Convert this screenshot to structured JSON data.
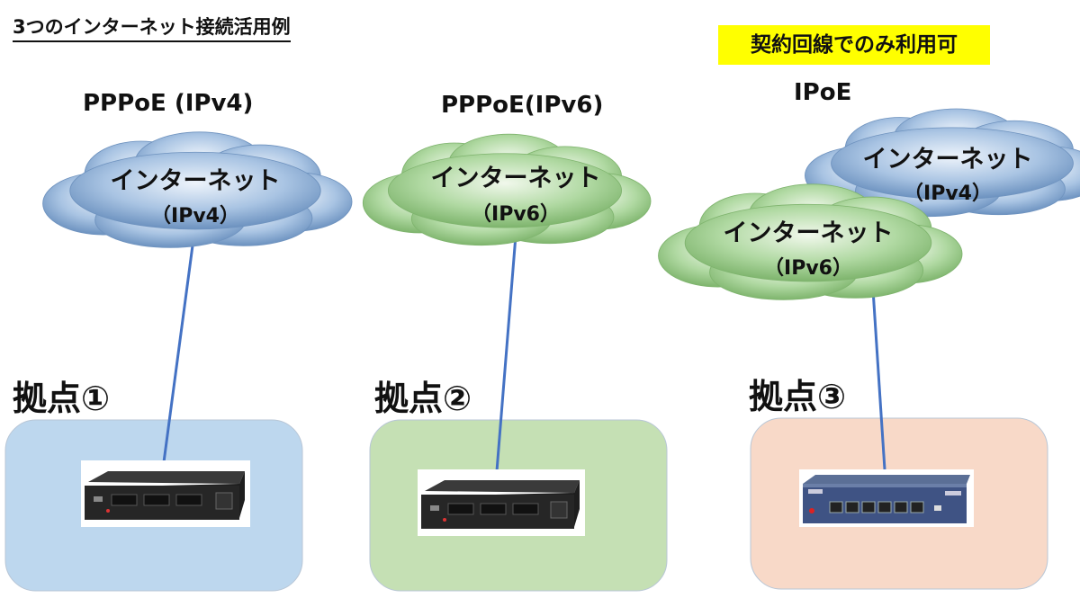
{
  "title": "3つのインターネット接続活用例",
  "note": "契約回線でのみ利用可",
  "colors": {
    "cloud_blue": "#8fb2d8",
    "cloud_green": "#9ccf8e",
    "site1_fill": "#bdd7ee",
    "site2_fill": "#c5e0b4",
    "site3_fill": "#f8d9c8",
    "link_line": "#4472c4"
  },
  "sites": [
    {
      "protocol": "PPPoE (IPv4)",
      "label": "拠点①",
      "router": "router-dark",
      "clouds": [
        {
          "line1": "インターネット",
          "line2": "（IPv4）",
          "color": "blue"
        }
      ]
    },
    {
      "protocol": "PPPoE(IPv6)",
      "label": "拠点②",
      "router": "router-dark",
      "clouds": [
        {
          "line1": "インターネット",
          "line2": "（IPv6）",
          "color": "green"
        }
      ]
    },
    {
      "protocol": "IPoE",
      "label": "拠点③",
      "router": "router-blue",
      "clouds": [
        {
          "line1": "インターネット",
          "line2": "（IPv4）",
          "color": "blue"
        },
        {
          "line1": "インターネット",
          "line2": "（IPv6）",
          "color": "green"
        }
      ]
    }
  ]
}
